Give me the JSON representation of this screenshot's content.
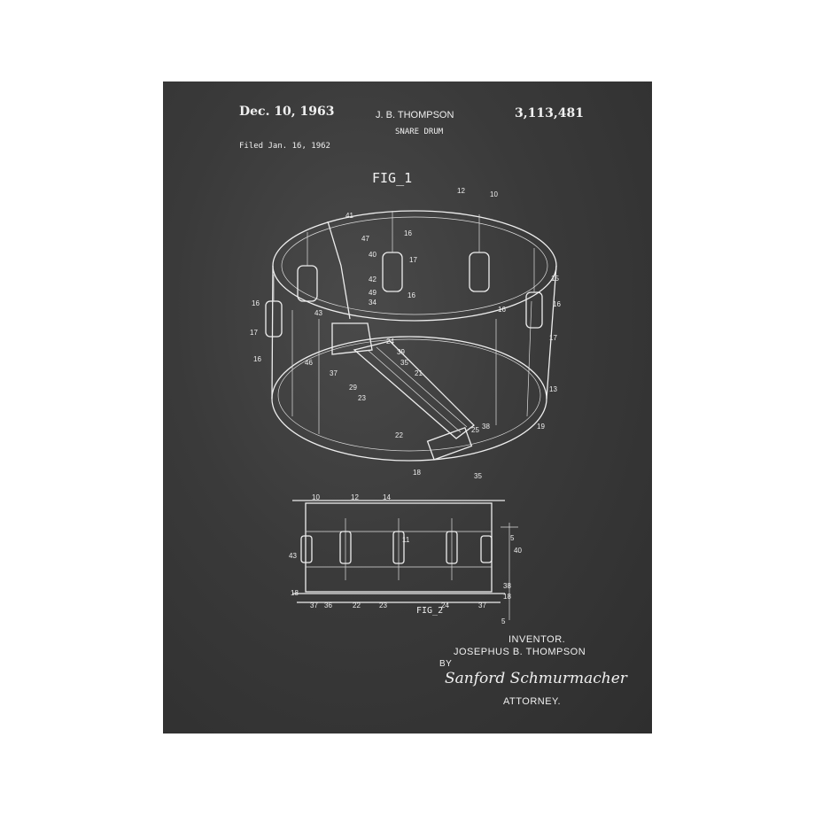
{
  "patent": {
    "date": "Dec. 10, 1963",
    "inventor_header": "J. B. THOMPSON",
    "title": "SNARE DRUM",
    "number": "3,113,481",
    "filed": "Filed Jan. 16, 1962"
  },
  "figures": {
    "fig1_label": "FIG_1",
    "fig2_label": "FIG_2",
    "fig1_refs": [
      "12",
      "10",
      "41",
      "47",
      "16",
      "40",
      "17",
      "42",
      "49",
      "34",
      "43",
      "16",
      "17",
      "16",
      "46",
      "37",
      "29",
      "23",
      "24",
      "39",
      "35",
      "21",
      "22",
      "25",
      "38",
      "18",
      "35",
      "19",
      "13",
      "15",
      "16",
      "17",
      "16",
      "16"
    ],
    "fig2_refs": [
      "10",
      "12",
      "14",
      "5",
      "40",
      "43",
      "18",
      "37",
      "36",
      "22",
      "23",
      "24",
      "37",
      "38",
      "18",
      "5",
      "11"
    ]
  },
  "signature": {
    "inventor_caption": "INVENTOR.",
    "inventor_name": "JOSEPHUS B. THOMPSON",
    "by": "BY",
    "attorney_signature": "Sanford Schmurmacher",
    "attorney_caption": "ATTORNEY."
  },
  "colors": {
    "board": "#3a3a3a",
    "chalk": "#f0f0f0",
    "frame": "#ffffff"
  }
}
